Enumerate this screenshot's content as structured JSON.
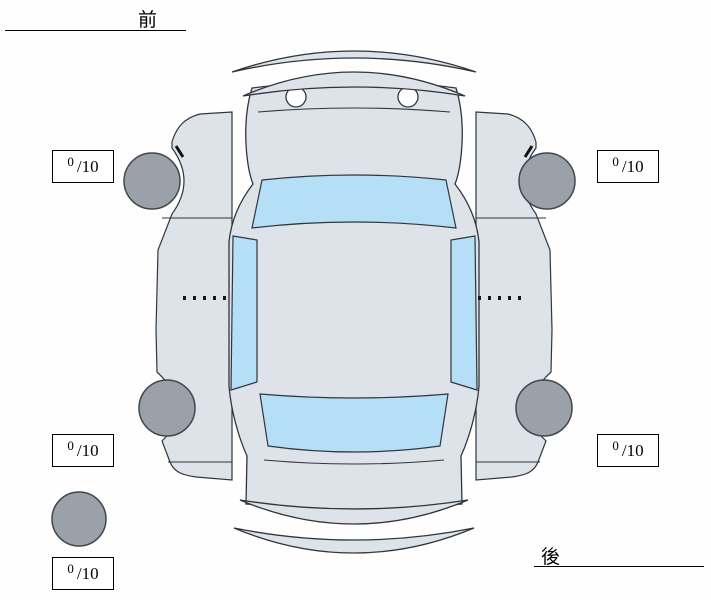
{
  "diagram": {
    "front_label": "前",
    "rear_label": "後"
  },
  "tire_scores": {
    "front_left": {
      "value": "0",
      "denominator": "/10"
    },
    "front_right": {
      "value": "0",
      "denominator": "/10"
    },
    "rear_left": {
      "value": "0",
      "denominator": "/10"
    },
    "rear_right": {
      "value": "0",
      "denominator": "/10"
    },
    "spare": {
      "value": "0",
      "denominator": "/10"
    }
  },
  "colors": {
    "background": "#fefefe",
    "body": "#dde3e8",
    "glass": "#b4dff7",
    "tire": "#9aa1a8",
    "outline": "#30363b"
  }
}
